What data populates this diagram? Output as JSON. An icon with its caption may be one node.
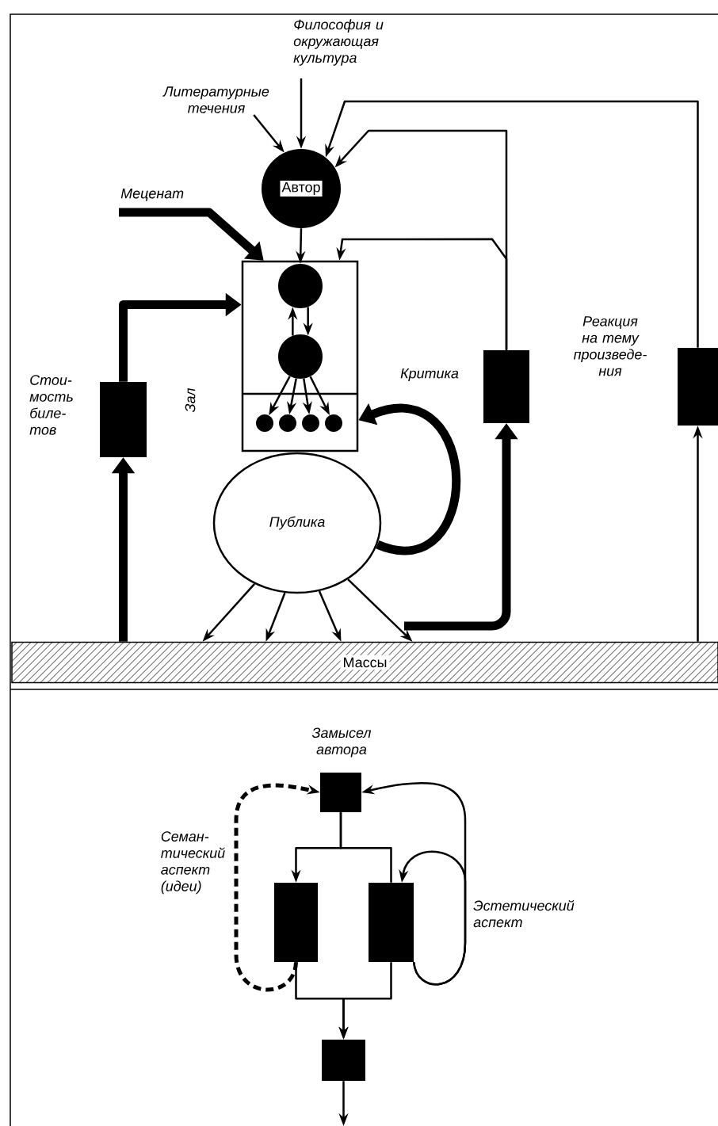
{
  "diagram": {
    "nodes": [
      {
        "text": [
          "Литературные течения"
        ]
      },
      {
        "text": [
          "Философия и окружающая культура"
        ]
      },
      {
        "text": [
          "Автор"
        ]
      },
      {
        "text": [
          "Меценат"
        ]
      },
      {
        "text": [],
        "shape": "box",
        "beside": [
          "Зал"
        ]
      },
      {
        "text": [],
        "shape": "circle",
        "in": 4
      },
      {
        "text": [],
        "shape": "circle",
        "in": 4
      },
      {
        "text": [],
        "shape": "circle",
        "in": 4
      },
      {
        "text": [],
        "shape": "circle",
        "in": 4
      },
      {
        "text": [],
        "shape": "circle",
        "in": 4
      },
      {
        "text": [],
        "shape": "circle",
        "in": 4
      },
      {
        "text": [
          "Публика"
        ]
      },
      {
        "text": [],
        "shape": "box",
        "beside": [
          "Стои- мость биле- тов"
        ]
      },
      {
        "text": [],
        "shape": "box",
        "beside": [
          "Критика"
        ]
      },
      {
        "text": [],
        "shape": "box",
        "beside": [
          "Реакция на тему произведе- ния"
        ]
      },
      {
        "text": [
          "Массы"
        ]
      },
      {
        "text": [],
        "shape": "box",
        "beside": [
          "Замысел автора"
        ]
      },
      {
        "text": [],
        "shape": "box",
        "beside": [
          "Семан- тический аспект (идеи)"
        ]
      },
      {
        "text": [],
        "shape": "box"
      },
      {
        "text": [],
        "shape": "box"
      }
    ],
    "edges": [
      {
        "from": 0,
        "to": 2,
        "arrow": "to"
      },
      {
        "from": 1,
        "to": 2,
        "arrow": "to"
      },
      {
        "from": 14,
        "to": 2,
        "arrow": "to"
      },
      {
        "from": 13,
        "to": 2,
        "arrow": "to"
      },
      {
        "from": 13,
        "to": 4,
        "arrow": "to"
      },
      {
        "from": 3,
        "to": 4,
        "arrow": "to",
        "style": "thick"
      },
      {
        "from": 2,
        "to": 5,
        "arrow": "to"
      },
      {
        "from": 5,
        "to": 6,
        "arrow": "to"
      },
      {
        "from": 6,
        "to": 5,
        "arrow": "to"
      },
      {
        "from": 6,
        "to": 7,
        "arrow": "to"
      },
      {
        "from": 6,
        "to": 8,
        "arrow": "to"
      },
      {
        "from": 6,
        "to": 9,
        "arrow": "to"
      },
      {
        "from": 6,
        "to": 10,
        "arrow": "to"
      },
      {
        "from": 11,
        "to": 4,
        "arrow": "to",
        "style": "thick"
      },
      {
        "from": null,
        "to": 13,
        "arrow": "to",
        "style": "thick"
      },
      {
        "from": 15,
        "to": 12,
        "arrow": "to",
        "style": "thick"
      },
      {
        "from": 12,
        "to": 4,
        "arrow": "to",
        "style": "thick"
      },
      {
        "from": 15,
        "to": 14,
        "arrow": "to"
      },
      {
        "from": 11,
        "to": 15,
        "arrow": "to"
      },
      {
        "from": 11,
        "to": 15,
        "arrow": "to"
      },
      {
        "from": 11,
        "to": 15,
        "arrow": "to"
      },
      {
        "from": 11,
        "to": 15,
        "arrow": "to"
      },
      {
        "from": 16,
        "to": 17,
        "arrow": "to"
      },
      {
        "from": 16,
        "to": 18,
        "arrow": "none"
      },
      {
        "from": 17,
        "to": 19,
        "arrow": "to"
      },
      {
        "from": 18,
        "to": 19,
        "arrow": "to"
      },
      {
        "from": 17,
        "to": 16,
        "arrow": "to",
        "style": "dashed"
      },
      {
        "from": 18,
        "to": 16,
        "arrow": "to"
      },
      {
        "from": 18,
        "to": 18,
        "arrow": "to"
      },
      {
        "from": 19,
        "to": null,
        "arrow": "to"
      }
    ],
    "labels": [
      "Эстетический аспект"
    ]
  }
}
